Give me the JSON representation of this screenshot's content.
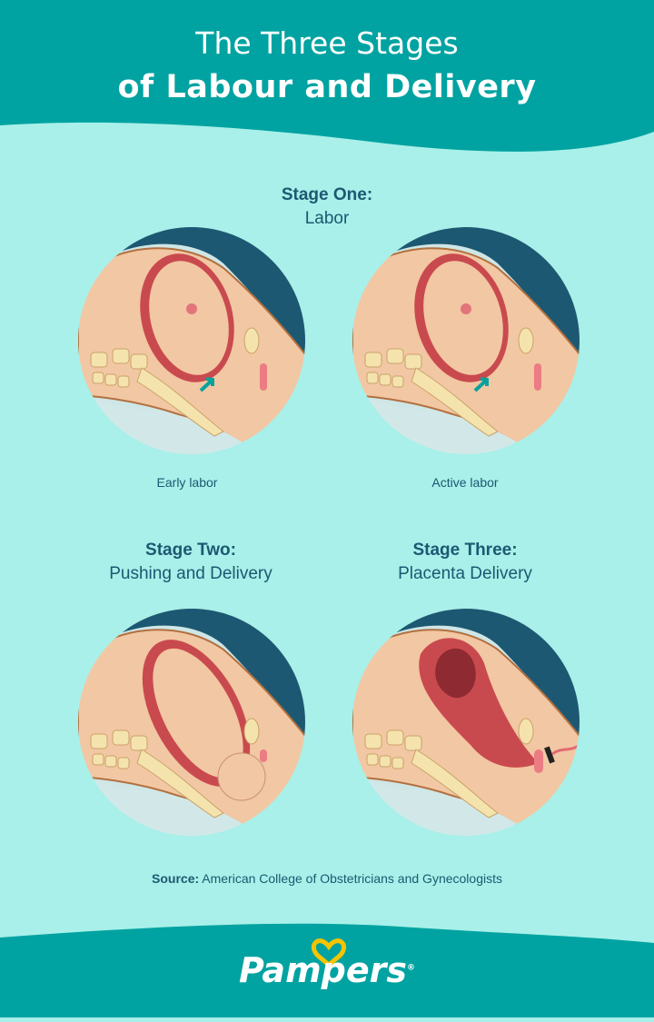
{
  "header": {
    "title_line1": "The Three Stages",
    "title_line2": "of Labour and Delivery"
  },
  "stages": [
    {
      "label": "Stage One:",
      "name": "Labor",
      "panels": [
        {
          "caption": "Early labor"
        },
        {
          "caption": "Active labor"
        }
      ]
    },
    {
      "label": "Stage Two:",
      "name": "Pushing and Delivery"
    },
    {
      "label": "Stage Three:",
      "name": "Placenta Delivery"
    }
  ],
  "source": {
    "label": "Source:",
    "text": "American College of Obstetricians and Gynecologists"
  },
  "footer": {
    "brand": "Pampers",
    "registered": "®"
  },
  "colors": {
    "teal": "#00a3a1",
    "mint": "#a8f0e9",
    "navy": "#1d5872",
    "skin": "#f0c4a0",
    "uterus": "#c2484d",
    "bone": "#f5e3ad",
    "logo_heart": "#f5c400"
  }
}
